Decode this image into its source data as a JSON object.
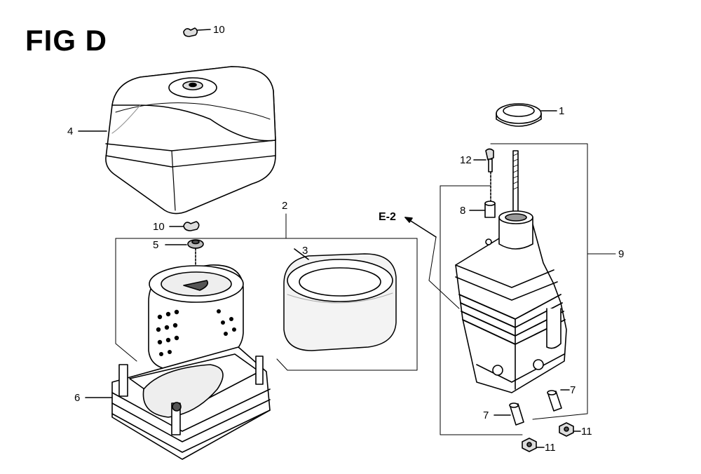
{
  "figure": {
    "title": "FIG D"
  },
  "reference": {
    "label": "E-2"
  },
  "callouts": {
    "c1": "1",
    "c2": "2",
    "c3": "3",
    "c4": "4",
    "c5": "5",
    "c6": "6",
    "c7a": "7",
    "c7b": "7",
    "c8": "8",
    "c9": "9",
    "c10a": "10",
    "c10b": "10",
    "c11a": "11",
    "c11b": "11",
    "c12": "12"
  },
  "colors": {
    "ink": "#000000",
    "paper": "#ffffff",
    "shade": "#9a9a9a"
  }
}
